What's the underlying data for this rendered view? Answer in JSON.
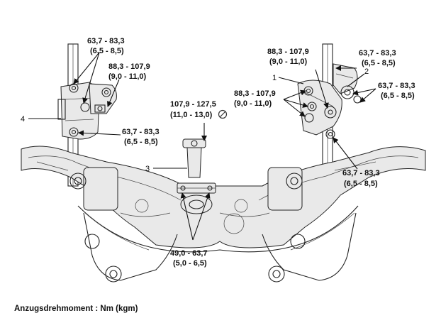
{
  "torque_labels": {
    "left_upper": [
      "63,7 - 83,3",
      "(6,5 - 8,5)"
    ],
    "left_mid": [
      "88,3 - 107,9",
      "(9,0 - 11,0)"
    ],
    "left_lower": [
      "63,7 - 83,3",
      "(6,5 - 8,5)"
    ],
    "center_top": [
      "107,9 - 127,5",
      "(11,0 - 13,0)"
    ],
    "center_bottom": [
      "49,0 - 63,7",
      "(5,0 - 6,5)"
    ],
    "right_upper_center": [
      "88,3 - 107,9",
      "(9,0 - 11,0)"
    ],
    "right_left_mid": [
      "88,3 - 107,9",
      "(9,0 - 11,0)"
    ],
    "right_upper": [
      "63,7 - 83,3",
      "(6,5 - 8,5)"
    ],
    "right_mid": [
      "63,7 - 83,3",
      "(6,5 - 8,5)"
    ],
    "right_lower": [
      "63,7 - 83,3",
      "(6,5 - 8,5)"
    ]
  },
  "callouts": {
    "c1": "1",
    "c2": "2",
    "c3": "3",
    "c4": "4"
  },
  "caption": "Anzugsdrehmoment : Nm (kgm)",
  "icons": [
    "no-reuse-icon"
  ]
}
